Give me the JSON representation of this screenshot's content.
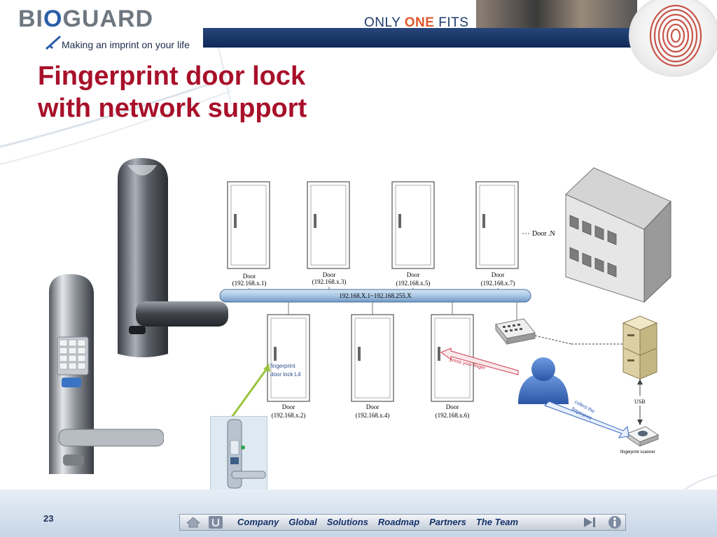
{
  "header": {
    "logo_prefix": "BI",
    "logo_o": "O",
    "logo_suffix": "GUARD",
    "tagline": "Making an imprint on your life",
    "slogan_prefix": "ONLY ",
    "slogan_accent": "ONE",
    "slogan_suffix": " FITS"
  },
  "title_line1": "Fingerprint door lock",
  "title_line2": "with network support",
  "diagram": {
    "top_doors": [
      {
        "label": "Door",
        "ip": "(192.168.x.1)"
      },
      {
        "label": "Door",
        "ip": "(192.168.x.3)"
      },
      {
        "label": "Door",
        "ip": "(192.168.x.5)"
      },
      {
        "label": "Door",
        "ip": "(192.168.x.7)"
      }
    ],
    "bottom_doors": [
      {
        "label": "Door",
        "ip": "(192.168.x.2)"
      },
      {
        "label": "Door",
        "ip": "(192.168.x.4)"
      },
      {
        "label": "Door",
        "ip": "(192.168.x.6)"
      }
    ],
    "door_n": "Door .N",
    "network_range": "192.168.X.1~192.168.255.X",
    "lock_label_line1": "fingerprint",
    "lock_label_line2": "door lock L4",
    "press_finger": "press your finger",
    "collect_line1": "collect the",
    "collect_line2": "fingerprint",
    "usb": "USB",
    "scanner": "fingerprint scanner"
  },
  "footer": {
    "page_number": "23",
    "nav": [
      "Company",
      "Global",
      "Solutions",
      "Roadmap",
      "Partners",
      "The Team"
    ]
  },
  "colors": {
    "title": "#a8102a",
    "nav_text": "#13306a",
    "header_bar": "#1b3766",
    "accent": "#e0582b"
  }
}
